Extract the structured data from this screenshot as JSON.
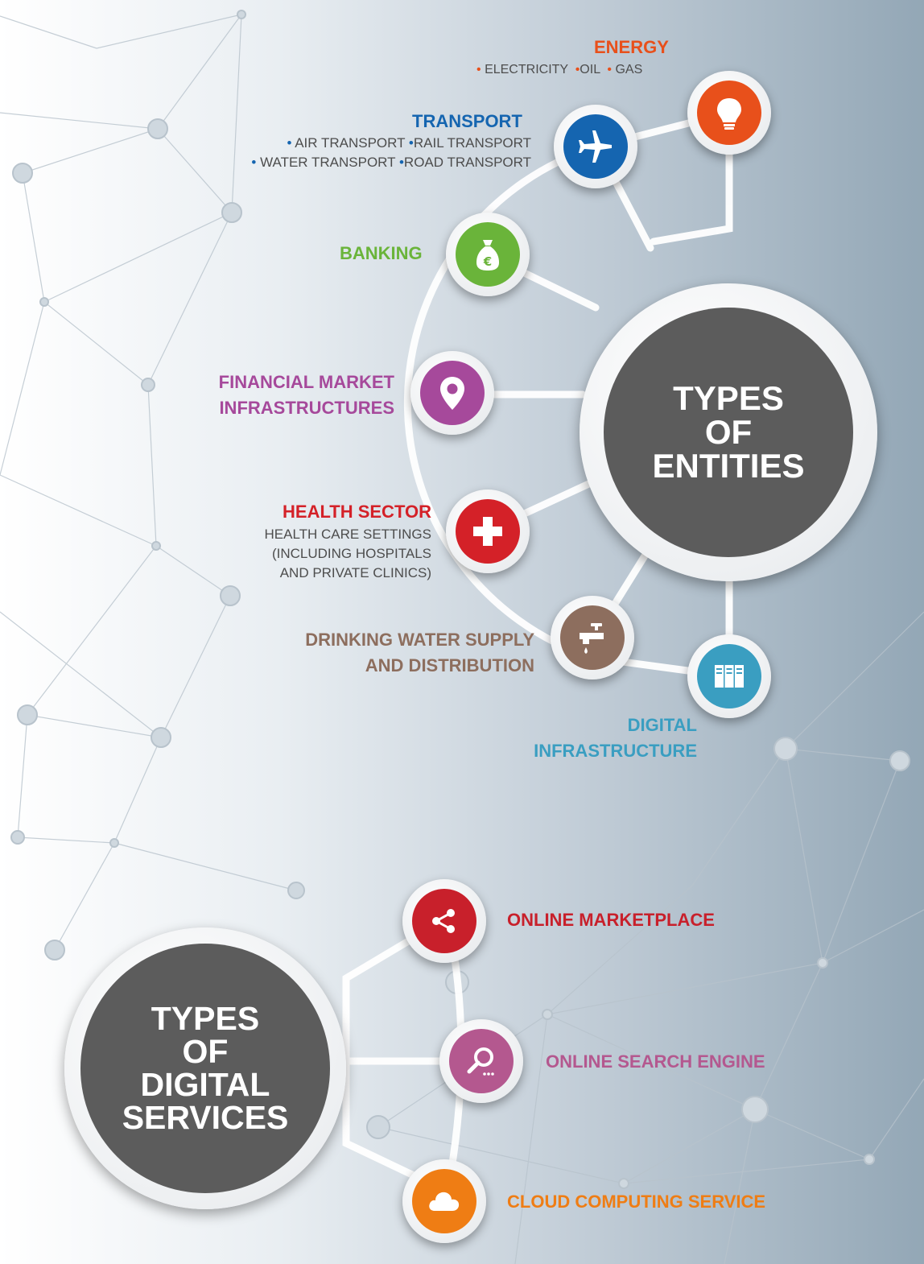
{
  "colors": {
    "energy": "#e8501b",
    "transport": "#1565b0",
    "banking": "#6ab43a",
    "financial": "#a6499b",
    "health": "#d42128",
    "water": "#8d6e5e",
    "digital_infra": "#3a9ec1",
    "online_marketplace": "#c8202b",
    "search_engine": "#b4588f",
    "cloud": "#ef7d14",
    "hub": "#5c5c5c"
  },
  "entities": {
    "hub_title": "TYPES\nOF\nENTITIES",
    "energy": {
      "label": "ENERGY",
      "items": [
        "ELECTRICITY",
        "OIL",
        "GAS"
      ],
      "icon": "lightbulb-icon"
    },
    "transport": {
      "label": "TRANSPORT",
      "items": [
        "AIR TRANSPORT",
        "RAIL TRANSPORT",
        "WATER TRANSPORT",
        "ROAD TRANSPORT"
      ],
      "icon": "airplane-icon"
    },
    "banking": {
      "label": "BANKING",
      "icon": "money-bag-euro-icon"
    },
    "financial": {
      "label_line1": "FINANCIAL MARKET",
      "label_line2": "INFRASTRUCTURES",
      "icon": "map-pin-icon"
    },
    "health": {
      "label": "HEALTH SECTOR",
      "sub_line1": "HEALTH CARE SETTINGS",
      "sub_line2": "(INCLUDING HOSPITALS",
      "sub_line3": "AND PRIVATE CLINICS)",
      "icon": "medical-cross-icon"
    },
    "water": {
      "label_line1": "DRINKING WATER SUPPLY",
      "label_line2": "AND DISTRIBUTION",
      "icon": "water-tap-icon"
    },
    "digital_infra": {
      "label_line1": "DIGITAL",
      "label_line2": "INFRASTRUCTURE",
      "icon": "server-icon"
    }
  },
  "digital_services": {
    "hub_title": "TYPES\nOF\nDIGITAL\nSERVICES",
    "marketplace": {
      "label": "ONLINE MARKETPLACE",
      "icon": "share-icon"
    },
    "search": {
      "label": "ONLINE SEARCH ENGINE",
      "icon": "magnifier-icon"
    },
    "cloud": {
      "label": "CLOUD COMPUTING SERVICE",
      "icon": "cloud-icon"
    }
  }
}
